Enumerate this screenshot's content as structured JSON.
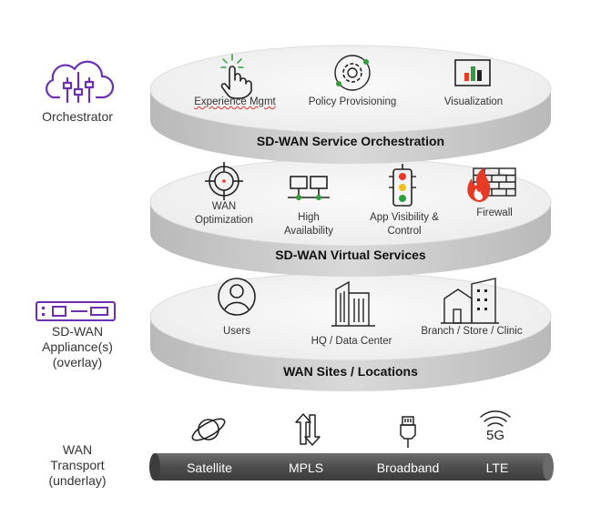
{
  "colors": {
    "accent_purple": "#6b2fb3",
    "red": "#e63a27",
    "green": "#2f9e3b",
    "disc_top": "#f3f3f3",
    "disc_side": "#c8c8c8",
    "pipe": "#5a5a5a"
  },
  "left_labels": {
    "orchestrator": "Orchestrator",
    "appliance": [
      "SD-WAN",
      "Appliance(s)",
      "(overlay)"
    ],
    "transport": [
      "WAN",
      "Transport",
      "(underlay)"
    ]
  },
  "disc1": {
    "title": "SD-WAN Service Orchestration",
    "items": [
      {
        "label": "Experience Mgmt",
        "icon": "pointer-hand-icon"
      },
      {
        "label": "Policy Provisioning",
        "icon": "gear-cycle-icon"
      },
      {
        "label": "Visualization",
        "icon": "bar-chart-icon"
      }
    ]
  },
  "disc2": {
    "title": "SD-WAN Virtual Services",
    "items": [
      {
        "lines": [
          "WAN",
          "Optimization"
        ],
        "icon": "target-icon"
      },
      {
        "lines": [
          "High",
          "Availability"
        ],
        "icon": "redundant-servers-icon"
      },
      {
        "lines": [
          "App Visibility &",
          "Control"
        ],
        "icon": "traffic-light-icon"
      },
      {
        "lines": [
          "Firewall"
        ],
        "icon": "firewall-icon"
      }
    ]
  },
  "disc3": {
    "title": "WAN Sites / Locations",
    "items": [
      {
        "label": "Users",
        "icon": "user-icon"
      },
      {
        "label": "HQ / Data Center",
        "icon": "building-icon"
      },
      {
        "label": "Branch / Store / Clinic",
        "icon": "branch-store-icon"
      }
    ]
  },
  "transport": {
    "items": [
      {
        "label": "Satellite",
        "icon": "satellite-icon"
      },
      {
        "label": "MPLS",
        "icon": "mpls-arrows-icon"
      },
      {
        "label": "Broadband",
        "icon": "ethernet-plug-icon"
      },
      {
        "label": "LTE",
        "icon": "wireless-5g-icon",
        "icon_text": "5G"
      }
    ]
  }
}
